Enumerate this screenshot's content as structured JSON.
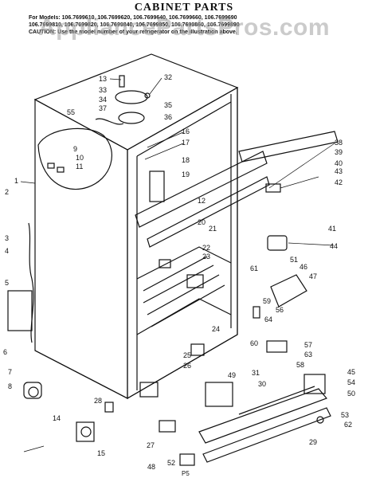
{
  "header": {
    "title": "CABINET PARTS",
    "models_line1": "For Models: 106.7699610, 106.7699620, 106.7699640, 106.7699660, 106.7699690",
    "models_line2": "106.7699810, 106.7699820, 106.7699840, 106.7699850, 106.7699860, 106.7699890",
    "models_line3": "CAUTION: Use the model number of your refrigerator on the illustration above."
  },
  "watermark": "AppliancePartsPros.com",
  "footer": {
    "page": "P5"
  },
  "callouts": [
    "1",
    "2",
    "3",
    "4",
    "5",
    "6",
    "7",
    "8",
    "9",
    "10",
    "11",
    "12",
    "13",
    "14",
    "15",
    "16",
    "17",
    "18",
    "19",
    "20",
    "21",
    "22",
    "23",
    "24",
    "25",
    "26",
    "27",
    "28",
    "29",
    "30",
    "31",
    "32",
    "33",
    "34",
    "35",
    "36",
    "37",
    "38",
    "39",
    "40",
    "41",
    "42",
    "43",
    "44",
    "45",
    "46",
    "47",
    "48",
    "49",
    "50",
    "51",
    "52",
    "53",
    "54",
    "55",
    "56",
    "57",
    "58",
    "59",
    "60",
    "61",
    "62",
    "63",
    "64"
  ]
}
